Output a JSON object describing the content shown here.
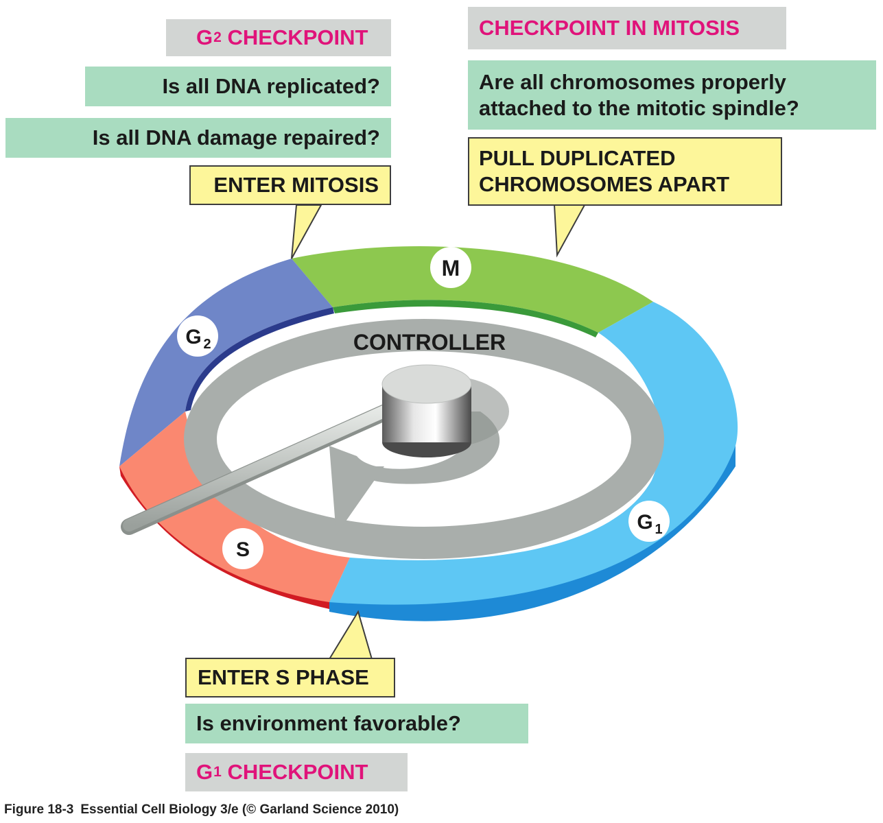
{
  "g2_checkpoint": {
    "title_main": "G",
    "title_sub": "2",
    "title_rest": " CHECKPOINT",
    "question1": "Is all DNA replicated?",
    "question2": "Is all DNA damage repaired?",
    "callout": "ENTER MITOSIS"
  },
  "mitosis_checkpoint": {
    "title": "CHECKPOINT IN MITOSIS",
    "question_line1": "Are all chromosomes properly",
    "question_line2": "attached to the mitotic spindle?",
    "callout_line1": "PULL DUPLICATED",
    "callout_line2": "CHROMOSOMES APART"
  },
  "g1_checkpoint": {
    "callout": "ENTER S PHASE",
    "question": "Is environment favorable?",
    "title_main": "G",
    "title_sub": "1",
    "title_rest": " CHECKPOINT"
  },
  "controller_label": "CONTROLLER",
  "phases": {
    "m": {
      "label": "M",
      "color": "#8dc84f"
    },
    "g2": {
      "label": "G",
      "sub": "2",
      "color": "#6f86c8"
    },
    "s": {
      "label": "S",
      "color": "#fa8870"
    },
    "g1": {
      "label": "G",
      "sub": "1",
      "color": "#5ec7f4"
    }
  },
  "caption": {
    "figure": "Figure 18-3",
    "source": "Essential Cell Biology 3/e (© Garland Science 2010)"
  }
}
